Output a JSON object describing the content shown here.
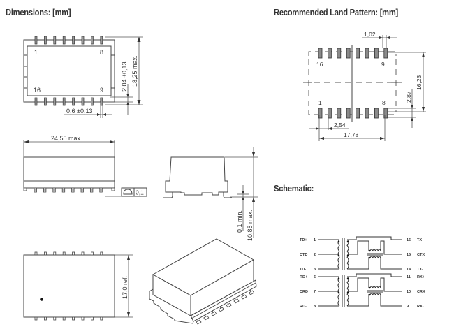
{
  "headings": {
    "dimensions": "Dimensions: [mm]",
    "land_pattern": "Recommended Land Pattern: [mm]",
    "schematic": "Schematic:"
  },
  "top_view": {
    "pin_labels": {
      "p1": "1",
      "p8": "8",
      "p16": "16",
      "p9": "9"
    },
    "dim_pitch": "2,04 ±0,13",
    "dim_height": "18,25  max.",
    "dim_pin_width": "0,6  ±0,13"
  },
  "side_view": {
    "dim_length": "24,55  max.",
    "coplanarity": "0,1"
  },
  "end_view": {
    "dim_standoff": "0,1  min.",
    "dim_height": "10,85  max."
  },
  "bottom_view": {
    "dim_width": "17,0  ref."
  },
  "land_pattern": {
    "pin_labels": {
      "p16": "16",
      "p9": "9",
      "p1": "1",
      "p8": "8"
    },
    "dim_pad_width": "1,02",
    "dim_row_span": "16,23",
    "dim_pad_length": "2,87",
    "dim_pitch": "2,54",
    "dim_total": "17,78"
  },
  "schematic": {
    "left_pins": [
      {
        "name": "TD+",
        "num": "1"
      },
      {
        "name": "CTD",
        "num": "2"
      },
      {
        "name": "TD-",
        "num": "3"
      },
      {
        "name": "RD+",
        "num": "6"
      },
      {
        "name": "CRD",
        "num": "7"
      },
      {
        "name": "RD-",
        "num": "8"
      }
    ],
    "right_pins": [
      {
        "num": "16",
        "name": "TX+"
      },
      {
        "num": "15",
        "name": "CTX"
      },
      {
        "num": "14",
        "name": "TX-"
      },
      {
        "num": "11",
        "name": "RX+"
      },
      {
        "num": "10",
        "name": "CRX"
      },
      {
        "num": "9",
        "name": "RX-"
      }
    ]
  }
}
